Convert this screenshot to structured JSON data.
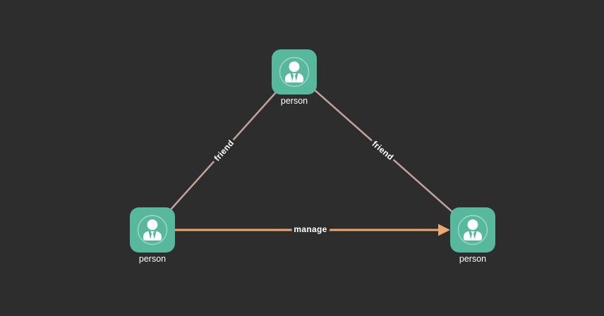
{
  "canvas": {
    "background_color": "#2d2d2d"
  },
  "graph": {
    "node_style": {
      "fill": "#57b89e",
      "icon": "user-tie-icon",
      "icon_color": "#ffffff",
      "label_color": "#ffffff"
    },
    "nodes": [
      {
        "id": "person-top",
        "label": "person"
      },
      {
        "id": "person-left",
        "label": "person"
      },
      {
        "id": "person-right",
        "label": "person"
      }
    ],
    "edges": [
      {
        "label": "friend",
        "from": "person-top",
        "to": "person-left",
        "color": "#c2a29d",
        "directed": false
      },
      {
        "label": "friend",
        "from": "person-top",
        "to": "person-right",
        "color": "#c2a29d",
        "directed": false
      },
      {
        "label": "manage",
        "from": "person-left",
        "to": "person-right",
        "color": "#eca86f",
        "directed": true
      }
    ]
  }
}
